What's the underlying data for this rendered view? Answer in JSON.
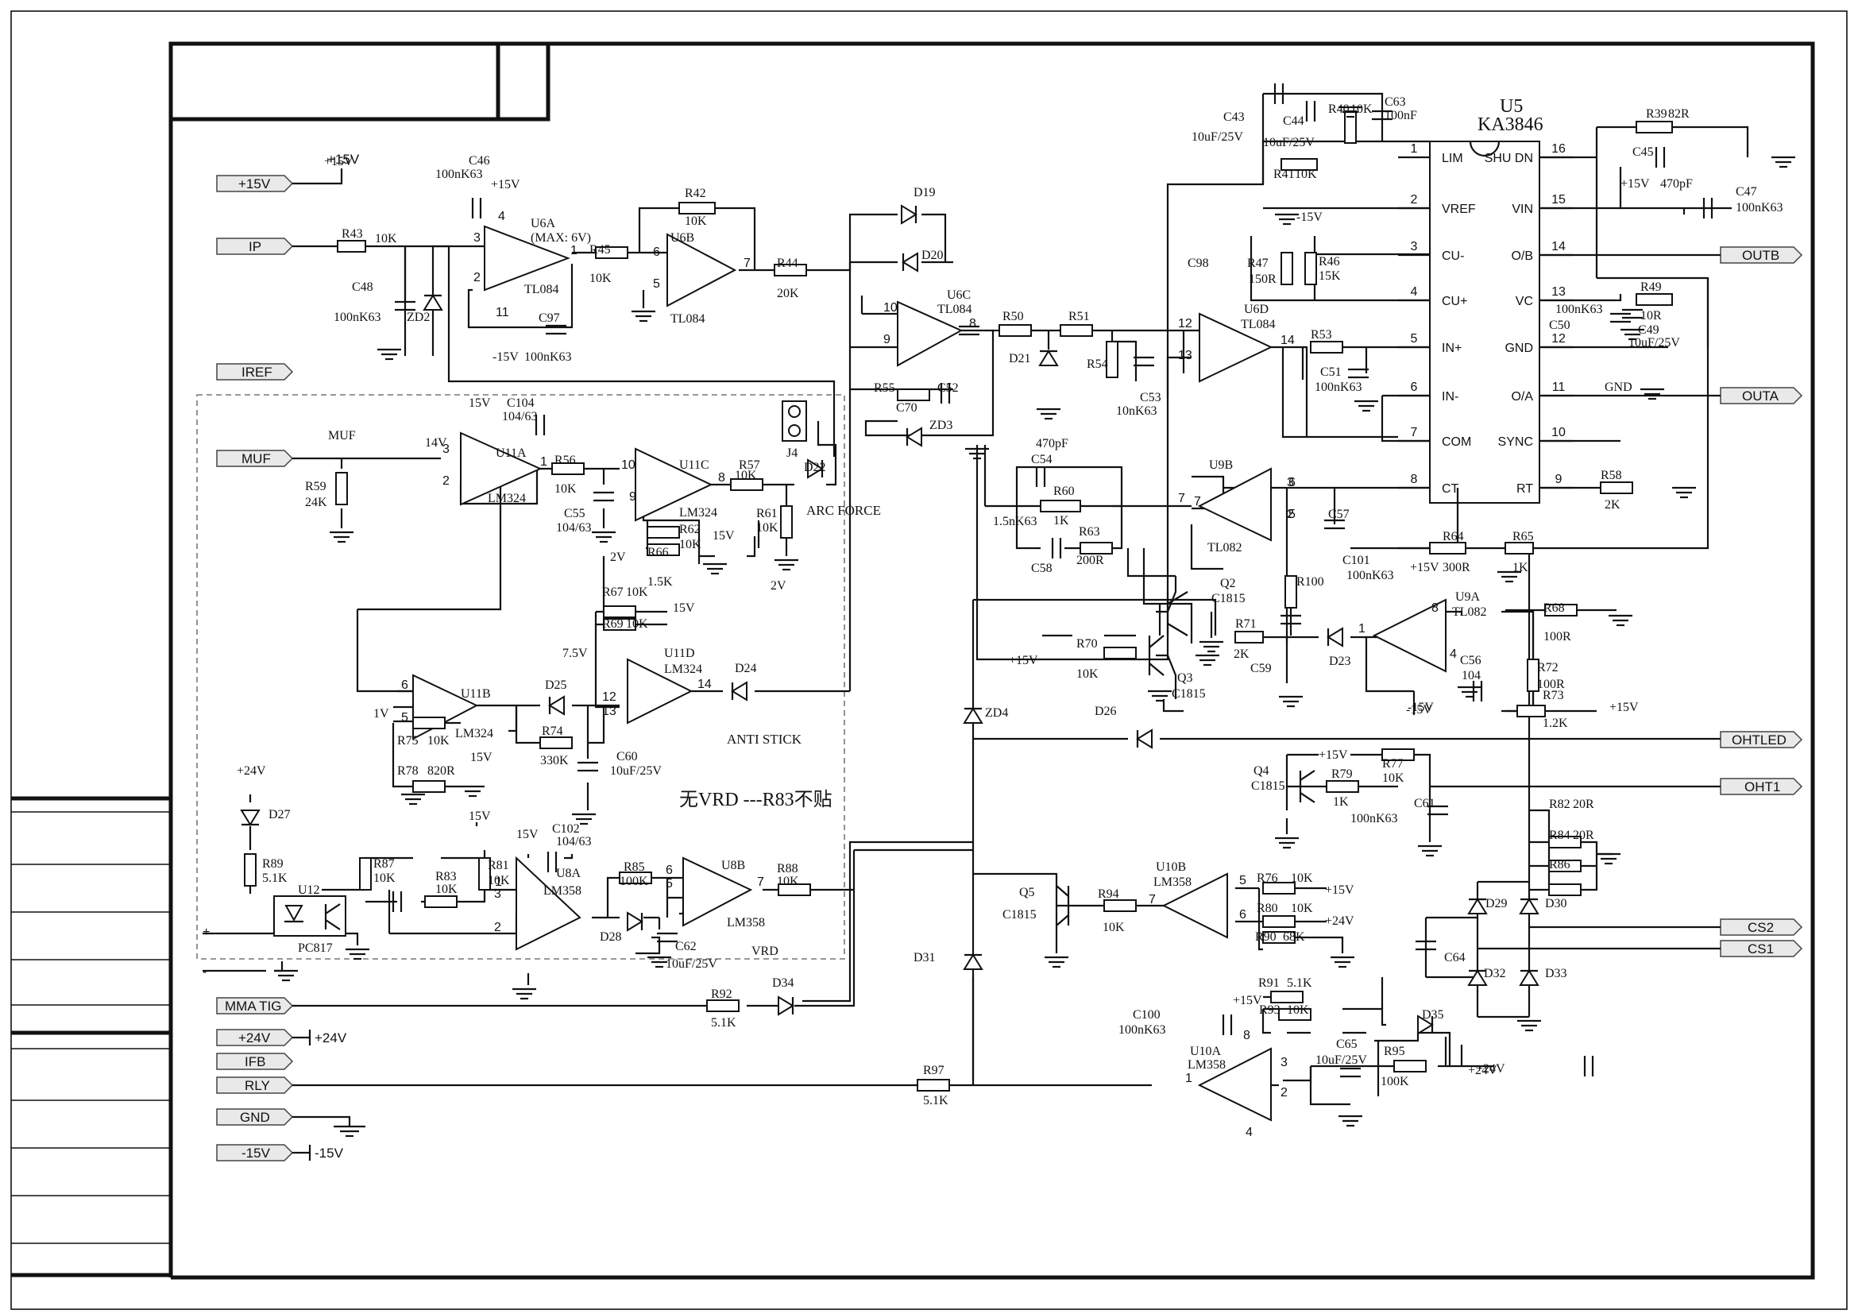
{
  "ports_left": [
    {
      "id": "p15v",
      "label": "+15V",
      "rail": "+15V"
    },
    {
      "id": "pip",
      "label": "IP"
    },
    {
      "id": "piref",
      "label": "IREF"
    },
    {
      "id": "pmuf",
      "label": "MUF"
    },
    {
      "id": "pmma",
      "label": "MMA TIG"
    },
    {
      "id": "p24v",
      "label": "+24V",
      "rail": "+24V"
    },
    {
      "id": "pifb",
      "label": "IFB"
    },
    {
      "id": "prly",
      "label": "RLY"
    },
    {
      "id": "pgnd",
      "label": "GND"
    },
    {
      "id": "pm15v",
      "label": "-15V",
      "rail": "-15V"
    }
  ],
  "ports_right": [
    {
      "id": "outb",
      "label": "OUTB"
    },
    {
      "id": "outa",
      "label": "OUTA"
    },
    {
      "id": "ohtled",
      "label": "OHTLED"
    },
    {
      "id": "oht1",
      "label": "OHT1"
    },
    {
      "id": "cs2",
      "label": "CS2"
    },
    {
      "id": "cs1",
      "label": "CS1"
    }
  ],
  "ic": {
    "ref": "U5",
    "part": "KA3846",
    "left_pins": [
      {
        "num": "1",
        "name": "LIM"
      },
      {
        "num": "2",
        "name": "VREF"
      },
      {
        "num": "3",
        "name": "CU-"
      },
      {
        "num": "4",
        "name": "CU+"
      },
      {
        "num": "5",
        "name": "IN+"
      },
      {
        "num": "6",
        "name": "IN-"
      },
      {
        "num": "7",
        "name": "COM"
      },
      {
        "num": "8",
        "name": "CT"
      }
    ],
    "right_pins": [
      {
        "num": "16",
        "name": "SHU DN"
      },
      {
        "num": "15",
        "name": "VIN"
      },
      {
        "num": "14",
        "name": "O/B"
      },
      {
        "num": "13",
        "name": "VC"
      },
      {
        "num": "12",
        "name": "GND"
      },
      {
        "num": "11",
        "name": "O/A"
      },
      {
        "num": "10",
        "name": "SYNC"
      },
      {
        "num": "9",
        "name": "RT"
      }
    ]
  },
  "labels": [
    {
      "id": "l1",
      "text": "+15V"
    },
    {
      "id": "l2",
      "text": "C46"
    },
    {
      "id": "l3",
      "text": "100nK63"
    },
    {
      "id": "l4",
      "text": "+15V"
    },
    {
      "id": "l5",
      "text": "U6A"
    },
    {
      "id": "l6",
      "text": "(MAX: 6V)"
    },
    {
      "id": "l7",
      "text": "TL084"
    },
    {
      "id": "l8",
      "text": "R43"
    },
    {
      "id": "l9",
      "text": "10K"
    },
    {
      "id": "l10",
      "text": "C48"
    },
    {
      "id": "l11",
      "text": "100nK63"
    },
    {
      "id": "l12",
      "text": "ZD2"
    },
    {
      "id": "l13",
      "text": "-15V"
    },
    {
      "id": "l14",
      "text": "C97"
    },
    {
      "id": "l15",
      "text": "100nK63"
    },
    {
      "id": "l16",
      "text": "R45"
    },
    {
      "id": "l17",
      "text": "10K"
    },
    {
      "id": "l18",
      "text": "R42"
    },
    {
      "id": "l19",
      "text": "10K"
    },
    {
      "id": "l20",
      "text": "U6B"
    },
    {
      "id": "l21",
      "text": "TL084"
    },
    {
      "id": "l22",
      "text": "R44"
    },
    {
      "id": "l23",
      "text": "20K"
    },
    {
      "id": "l24",
      "text": "D19"
    },
    {
      "id": "l25",
      "text": "D20"
    },
    {
      "id": "l26",
      "text": "U6C"
    },
    {
      "id": "l27",
      "text": "TL084"
    },
    {
      "id": "l28",
      "text": "R50"
    },
    {
      "id": "l29",
      "text": "R51"
    },
    {
      "id": "l30",
      "text": "D21"
    },
    {
      "id": "l31",
      "text": "R54"
    },
    {
      "id": "l32",
      "text": "C53"
    },
    {
      "id": "l33",
      "text": "10nK63"
    },
    {
      "id": "l34",
      "text": "R55"
    },
    {
      "id": "l35",
      "text": "C52"
    },
    {
      "id": "l36",
      "text": "C70"
    },
    {
      "id": "l37",
      "text": "ZD3"
    },
    {
      "id": "l38",
      "text": "U6D"
    },
    {
      "id": "l39",
      "text": "TL084"
    },
    {
      "id": "l40",
      "text": "R53"
    },
    {
      "id": "l41",
      "text": "C51"
    },
    {
      "id": "l42",
      "text": "100nK63"
    },
    {
      "id": "l43",
      "text": "C43"
    },
    {
      "id": "l44",
      "text": "10uF/25V"
    },
    {
      "id": "l45",
      "text": "C44"
    },
    {
      "id": "l46",
      "text": "10uF/25V"
    },
    {
      "id": "l47",
      "text": "R40"
    },
    {
      "id": "l48",
      "text": "10K"
    },
    {
      "id": "l49",
      "text": "C63"
    },
    {
      "id": "l50",
      "text": "100nF"
    },
    {
      "id": "l51",
      "text": "R41"
    },
    {
      "id": "l52",
      "text": "10K"
    },
    {
      "id": "l53",
      "text": "-15V"
    },
    {
      "id": "l54",
      "text": "C98"
    },
    {
      "id": "l55",
      "text": "R47"
    },
    {
      "id": "l56",
      "text": "150R"
    },
    {
      "id": "l57",
      "text": "R46"
    },
    {
      "id": "l58",
      "text": "15K"
    },
    {
      "id": "l59",
      "text": "R39"
    },
    {
      "id": "l60",
      "text": "82R"
    },
    {
      "id": "l61",
      "text": "C45"
    },
    {
      "id": "l62",
      "text": "470pF"
    },
    {
      "id": "l63",
      "text": "+15V"
    },
    {
      "id": "l64",
      "text": "C47"
    },
    {
      "id": "l65",
      "text": "100nK63"
    },
    {
      "id": "l66",
      "text": "R49"
    },
    {
      "id": "l67",
      "text": "10R"
    },
    {
      "id": "l68",
      "text": "100nK63"
    },
    {
      "id": "l69",
      "text": "C50"
    },
    {
      "id": "l70",
      "text": "C49"
    },
    {
      "id": "l71",
      "text": "10uF/25V"
    },
    {
      "id": "l72",
      "text": "GND"
    },
    {
      "id": "l73",
      "text": "R58"
    },
    {
      "id": "l74",
      "text": "2K"
    },
    {
      "id": "l75",
      "text": "15V"
    },
    {
      "id": "l76",
      "text": "C104"
    },
    {
      "id": "l77",
      "text": "104/63"
    },
    {
      "id": "l78",
      "text": "MUF"
    },
    {
      "id": "l79",
      "text": "14V"
    },
    {
      "id": "l80",
      "text": "U11A"
    },
    {
      "id": "l81",
      "text": "LM324"
    },
    {
      "id": "l82",
      "text": "R59"
    },
    {
      "id": "l83",
      "text": "24K"
    },
    {
      "id": "l84",
      "text": "R56"
    },
    {
      "id": "l85",
      "text": "10K"
    },
    {
      "id": "l86",
      "text": "U11C"
    },
    {
      "id": "l87",
      "text": "LM324"
    },
    {
      "id": "l88",
      "text": "C55"
    },
    {
      "id": "l89",
      "text": "104/63"
    },
    {
      "id": "l90",
      "text": "R57"
    },
    {
      "id": "l91",
      "text": "10K"
    },
    {
      "id": "l92",
      "text": "D22"
    },
    {
      "id": "l93",
      "text": "J4"
    },
    {
      "id": "l94",
      "text": "R61"
    },
    {
      "id": "l95",
      "text": "10K"
    },
    {
      "id": "l96",
      "text": "ARC FORCE"
    },
    {
      "id": "l97",
      "text": "R62"
    },
    {
      "id": "l98",
      "text": "10K"
    },
    {
      "id": "l99",
      "text": "15V"
    },
    {
      "id": "l100",
      "text": "R66"
    },
    {
      "id": "l101",
      "text": "1.5K"
    },
    {
      "id": "l102",
      "text": "2V"
    },
    {
      "id": "l103",
      "text": "2V"
    },
    {
      "id": "l104",
      "text": "R67"
    },
    {
      "id": "l105",
      "text": "10K"
    },
    {
      "id": "l106",
      "text": "15V"
    },
    {
      "id": "l107",
      "text": "R69"
    },
    {
      "id": "l108",
      "text": "10K"
    },
    {
      "id": "l109",
      "text": "7.5V"
    },
    {
      "id": "l110",
      "text": "U11D"
    },
    {
      "id": "l111",
      "text": "LM324"
    },
    {
      "id": "l112",
      "text": "D24"
    },
    {
      "id": "l113",
      "text": "U11B"
    },
    {
      "id": "l114",
      "text": "D25"
    },
    {
      "id": "l115",
      "text": "LM324"
    },
    {
      "id": "l116",
      "text": "1V"
    },
    {
      "id": "l117",
      "text": "R75"
    },
    {
      "id": "l118",
      "text": "10K"
    },
    {
      "id": "l119",
      "text": "15V"
    },
    {
      "id": "l120",
      "text": "R74"
    },
    {
      "id": "l121",
      "text": "330K"
    },
    {
      "id": "l122",
      "text": "C60"
    },
    {
      "id": "l123",
      "text": "10uF/25V"
    },
    {
      "id": "l124",
      "text": "ANTI STICK"
    },
    {
      "id": "l125",
      "text": "R78"
    },
    {
      "id": "l126",
      "text": "820R"
    },
    {
      "id": "l127",
      "text": "无VRD ---R83不贴"
    },
    {
      "id": "l128",
      "text": "+24V"
    },
    {
      "id": "l129",
      "text": "D27"
    },
    {
      "id": "l130",
      "text": "R89"
    },
    {
      "id": "l131",
      "text": "5.1K"
    },
    {
      "id": "l132",
      "text": "U12"
    },
    {
      "id": "l133",
      "text": "PC817"
    },
    {
      "id": "l134",
      "text": "15V"
    },
    {
      "id": "l135",
      "text": "R87"
    },
    {
      "id": "l136",
      "text": "10K"
    },
    {
      "id": "l137",
      "text": "R83"
    },
    {
      "id": "l138",
      "text": "10K"
    },
    {
      "id": "l139",
      "text": "R81"
    },
    {
      "id": "l140",
      "text": "10K"
    },
    {
      "id": "l141",
      "text": "15V"
    },
    {
      "id": "l142",
      "text": "C102"
    },
    {
      "id": "l143",
      "text": "104/63"
    },
    {
      "id": "l144",
      "text": "U8A"
    },
    {
      "id": "l145",
      "text": "LM358"
    },
    {
      "id": "l146",
      "text": "R85"
    },
    {
      "id": "l147",
      "text": "100K"
    },
    {
      "id": "l148",
      "text": "U8B"
    },
    {
      "id": "l149",
      "text": "LM358"
    },
    {
      "id": "l150",
      "text": "R88"
    },
    {
      "id": "l151",
      "text": "10K"
    },
    {
      "id": "l152",
      "text": "D28"
    },
    {
      "id": "l153",
      "text": "C62"
    },
    {
      "id": "l154",
      "text": "10uF/25V"
    },
    {
      "id": "l155",
      "text": "VRD"
    },
    {
      "id": "l156",
      "text": "R92"
    },
    {
      "id": "l157",
      "text": "5.1K"
    },
    {
      "id": "l158",
      "text": "D34"
    },
    {
      "id": "l159",
      "text": "+24V"
    },
    {
      "id": "l160",
      "text": "-15V"
    },
    {
      "id": "l161",
      "text": "R97"
    },
    {
      "id": "l162",
      "text": "5.1K"
    },
    {
      "id": "l163",
      "text": "470pF"
    },
    {
      "id": "l164",
      "text": "C54"
    },
    {
      "id": "l165",
      "text": "R60"
    },
    {
      "id": "l166",
      "text": "1K"
    },
    {
      "id": "l167",
      "text": "1.5nK63"
    },
    {
      "id": "l168",
      "text": "R63"
    },
    {
      "id": "l169",
      "text": "200R"
    },
    {
      "id": "l170",
      "text": "C58"
    },
    {
      "id": "l171",
      "text": "U9B"
    },
    {
      "id": "l172",
      "text": "TL082"
    },
    {
      "id": "l173",
      "text": "C57"
    },
    {
      "id": "l174",
      "text": "R64"
    },
    {
      "id": "l175",
      "text": "300R"
    },
    {
      "id": "l176",
      "text": "R65"
    },
    {
      "id": "l177",
      "text": "1K"
    },
    {
      "id": "l178",
      "text": "C101"
    },
    {
      "id": "l179",
      "text": "100nK63"
    },
    {
      "id": "l180",
      "text": "+15V"
    },
    {
      "id": "l181",
      "text": "U9A"
    },
    {
      "id": "l182",
      "text": "TL082"
    },
    {
      "id": "l183",
      "text": "Q2"
    },
    {
      "id": "l184",
      "text": "C1815"
    },
    {
      "id": "l185",
      "text": "R100"
    },
    {
      "id": "l186",
      "text": "R71"
    },
    {
      "id": "l187",
      "text": "2K"
    },
    {
      "id": "l188",
      "text": "D23"
    },
    {
      "id": "l189",
      "text": "C56"
    },
    {
      "id": "l190",
      "text": "104"
    },
    {
      "id": "l191",
      "text": "C59"
    },
    {
      "id": "l192",
      "text": "+15V"
    },
    {
      "id": "l193",
      "text": "R70"
    },
    {
      "id": "l194",
      "text": "10K"
    },
    {
      "id": "l195",
      "text": "Q3"
    },
    {
      "id": "l196",
      "text": "C1815"
    },
    {
      "id": "l197",
      "text": "D26"
    },
    {
      "id": "l198",
      "text": "ZD4"
    },
    {
      "id": "l199",
      "text": "-15V"
    },
    {
      "id": "l200",
      "text": "R68"
    },
    {
      "id": "l201",
      "text": "100R"
    },
    {
      "id": "l202",
      "text": "R72"
    },
    {
      "id": "l203",
      "text": "100R"
    },
    {
      "id": "l204",
      "text": "R73"
    },
    {
      "id": "l205",
      "text": "1.2K"
    },
    {
      "id": "l206",
      "text": "+15V"
    },
    {
      "id": "l207",
      "text": "+15V"
    },
    {
      "id": "l208",
      "text": "Q4"
    },
    {
      "id": "l209",
      "text": "C1815"
    },
    {
      "id": "l210",
      "text": "R77"
    },
    {
      "id": "l211",
      "text": "10K"
    },
    {
      "id": "l212",
      "text": "R79"
    },
    {
      "id": "l213",
      "text": "1K"
    },
    {
      "id": "l214",
      "text": "C61"
    },
    {
      "id": "l215",
      "text": "100nK63"
    },
    {
      "id": "l216",
      "text": "R82"
    },
    {
      "id": "l217",
      "text": "20R"
    },
    {
      "id": "l218",
      "text": "R84"
    },
    {
      "id": "l219",
      "text": "20R"
    },
    {
      "id": "l220",
      "text": "R86"
    },
    {
      "id": "l221",
      "text": "D29"
    },
    {
      "id": "l222",
      "text": "D30"
    },
    {
      "id": "l223",
      "text": "C64"
    },
    {
      "id": "l224",
      "text": "D32"
    },
    {
      "id": "l225",
      "text": "D33"
    },
    {
      "id": "l226",
      "text": "D35"
    },
    {
      "id": "l227",
      "text": "Q5"
    },
    {
      "id": "l228",
      "text": "C1815"
    },
    {
      "id": "l229",
      "text": "R94"
    },
    {
      "id": "l230",
      "text": "10K"
    },
    {
      "id": "l231",
      "text": "U10B"
    },
    {
      "id": "l232",
      "text": "LM358"
    },
    {
      "id": "l233",
      "text": "R76"
    },
    {
      "id": "l234",
      "text": "10K"
    },
    {
      "id": "l235",
      "text": "+15V"
    },
    {
      "id": "l236",
      "text": "R80"
    },
    {
      "id": "l237",
      "text": "10K"
    },
    {
      "id": "l238",
      "text": "+24V"
    },
    {
      "id": "l239",
      "text": "R90"
    },
    {
      "id": "l240",
      "text": "68K"
    },
    {
      "id": "l241",
      "text": "D31"
    },
    {
      "id": "l242",
      "text": "R91"
    },
    {
      "id": "l243",
      "text": "5.1K"
    },
    {
      "id": "l244",
      "text": "+15V"
    },
    {
      "id": "l245",
      "text": "R93"
    },
    {
      "id": "l246",
      "text": "10K"
    },
    {
      "id": "l247",
      "text": "C100"
    },
    {
      "id": "l248",
      "text": "100nK63"
    },
    {
      "id": "l249",
      "text": "U10A"
    },
    {
      "id": "l250",
      "text": "LM358"
    },
    {
      "id": "l251",
      "text": "C65"
    },
    {
      "id": "l252",
      "text": "10uF/25V"
    },
    {
      "id": "l253",
      "text": "R95"
    },
    {
      "id": "l254",
      "text": "100K"
    },
    {
      "id": "l255",
      "text": "+24V"
    }
  ],
  "pins": [
    {
      "id": "n1",
      "text": "3"
    },
    {
      "id": "n2",
      "text": "2"
    },
    {
      "id": "n3",
      "text": "4"
    },
    {
      "id": "n4",
      "text": "1"
    },
    {
      "id": "n5",
      "text": "11"
    },
    {
      "id": "n6",
      "text": "6"
    },
    {
      "id": "n7",
      "text": "5"
    },
    {
      "id": "n8",
      "text": "7"
    },
    {
      "id": "n9",
      "text": "10"
    },
    {
      "id": "n10",
      "text": "9"
    },
    {
      "id": "n11",
      "text": "8"
    },
    {
      "id": "n12",
      "text": "12"
    },
    {
      "id": "n13",
      "text": "13"
    },
    {
      "id": "n14",
      "text": "14"
    },
    {
      "id": "n15",
      "text": "3"
    },
    {
      "id": "n16",
      "text": "2"
    },
    {
      "id": "n17",
      "text": "1"
    },
    {
      "id": "n18",
      "text": "10"
    },
    {
      "id": "n19",
      "text": "9"
    },
    {
      "id": "n20",
      "text": "8"
    },
    {
      "id": "n21",
      "text": "12"
    },
    {
      "id": "n22",
      "text": "13"
    },
    {
      "id": "n23",
      "text": "14"
    },
    {
      "id": "n24",
      "text": "6"
    },
    {
      "id": "n25",
      "text": "5"
    },
    {
      "id": "n26",
      "text": "7"
    },
    {
      "id": "n27",
      "text": "3"
    },
    {
      "id": "n28",
      "text": "2"
    },
    {
      "id": "n29",
      "text": "1"
    },
    {
      "id": "n30",
      "text": "8"
    },
    {
      "id": "n31",
      "text": "6"
    },
    {
      "id": "n32",
      "text": "5"
    },
    {
      "id": "n33",
      "text": "7"
    },
    {
      "id": "n34",
      "text": "4"
    },
    {
      "id": "n35",
      "text": "7"
    },
    {
      "id": "n36",
      "text": "5"
    },
    {
      "id": "n37",
      "text": "6"
    },
    {
      "id": "n38",
      "text": "1"
    },
    {
      "id": "n39",
      "text": "3"
    },
    {
      "id": "n40",
      "text": "2"
    },
    {
      "id": "n41",
      "text": "7"
    },
    {
      "id": "n42",
      "text": "5"
    },
    {
      "id": "n43",
      "text": "6"
    },
    {
      "id": "n44",
      "text": "3"
    },
    {
      "id": "n45",
      "text": "2"
    },
    {
      "id": "n46",
      "text": "1"
    },
    {
      "id": "n47",
      "text": "8"
    },
    {
      "id": "n48",
      "text": "4"
    },
    {
      "id": "n49",
      "text": "+"
    },
    {
      "id": "n50",
      "text": "-"
    }
  ]
}
